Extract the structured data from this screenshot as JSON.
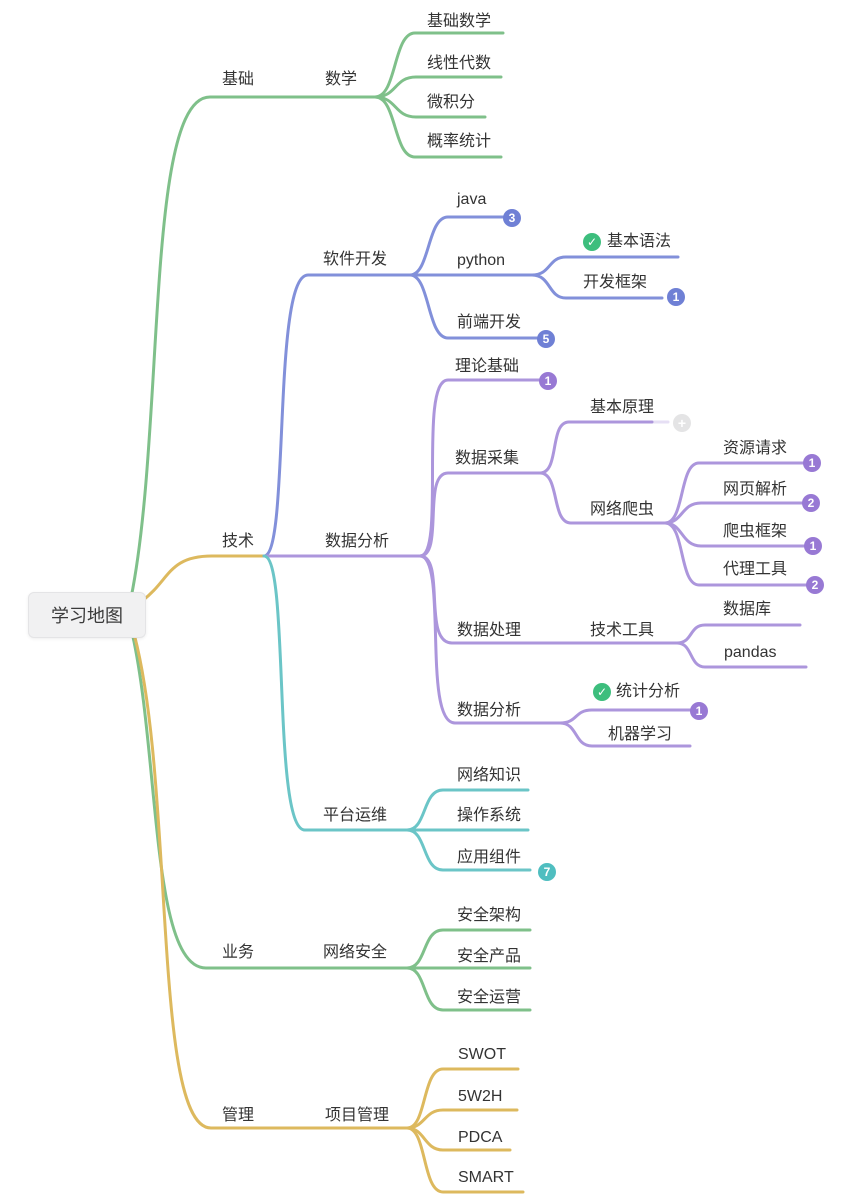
{
  "root": {
    "label": "学习地图"
  },
  "colors": {
    "branch_green": "#7FC08A",
    "branch_gold": "#DDB95E",
    "branch_blue": "#8290DA",
    "branch_purple": "#AC96DC",
    "branch_teal": "#6BC5C7",
    "badge_blue": "#6F80D5",
    "badge_purple": "#9879D4",
    "badge_teal": "#4FBEC0",
    "done_check_green": "#3DBE7D",
    "collapsed_plus_gray": "#E4E4E5",
    "root_bg": "#F1F1F2",
    "text": "#333333"
  },
  "icons": {
    "check": "✓",
    "plus": "+"
  },
  "branches": [
    {
      "label": "基础",
      "color": "#7FC08A",
      "children": [
        {
          "label": "数学",
          "children": [
            {
              "label": "基础数学"
            },
            {
              "label": "线性代数"
            },
            {
              "label": "微积分"
            },
            {
              "label": "概率统计"
            }
          ]
        }
      ]
    },
    {
      "label": "技术",
      "color": "#DDB95E",
      "children": [
        {
          "label": "软件开发",
          "color": "#8290DA",
          "children": [
            {
              "label": "java",
              "badge": "3"
            },
            {
              "label": "python",
              "children": [
                {
                  "label": "基本语法",
                  "done": true
                },
                {
                  "label": "开发框架",
                  "badge": "1"
                }
              ]
            },
            {
              "label": "前端开发",
              "badge": "5"
            }
          ]
        },
        {
          "label": "数据分析",
          "color": "#AC96DC",
          "children": [
            {
              "label": "理论基础",
              "badge": "1"
            },
            {
              "label": "数据采集",
              "children": [
                {
                  "label": "基本原理",
                  "collapsed": true
                },
                {
                  "label": "网络爬虫",
                  "children": [
                    {
                      "label": "资源请求",
                      "badge": "1"
                    },
                    {
                      "label": "网页解析",
                      "badge": "2"
                    },
                    {
                      "label": "爬虫框架",
                      "badge": "1"
                    },
                    {
                      "label": "代理工具",
                      "badge": "2"
                    }
                  ]
                }
              ]
            },
            {
              "label": "数据处理",
              "children": [
                {
                  "label": "技术工具",
                  "children": [
                    {
                      "label": "数据库"
                    },
                    {
                      "label": "pandas"
                    }
                  ]
                }
              ]
            },
            {
              "label": "数据分析",
              "children": [
                {
                  "label": "统计分析",
                  "done": true,
                  "badge": "1"
                },
                {
                  "label": "机器学习"
                }
              ]
            }
          ]
        },
        {
          "label": "平台运维",
          "color": "#6BC5C7",
          "children": [
            {
              "label": "网络知识"
            },
            {
              "label": "操作系统"
            },
            {
              "label": "应用组件",
              "badge": "7"
            }
          ]
        }
      ]
    },
    {
      "label": "业务",
      "color": "#7FC08A",
      "children": [
        {
          "label": "网络安全",
          "children": [
            {
              "label": "安全架构"
            },
            {
              "label": "安全产品"
            },
            {
              "label": "安全运营"
            }
          ]
        }
      ]
    },
    {
      "label": "管理",
      "color": "#DDB95E",
      "children": [
        {
          "label": "项目管理",
          "children": [
            {
              "label": "SWOT"
            },
            {
              "label": "5W2H"
            },
            {
              "label": "PDCA"
            },
            {
              "label": "SMART"
            }
          ]
        }
      ]
    }
  ]
}
